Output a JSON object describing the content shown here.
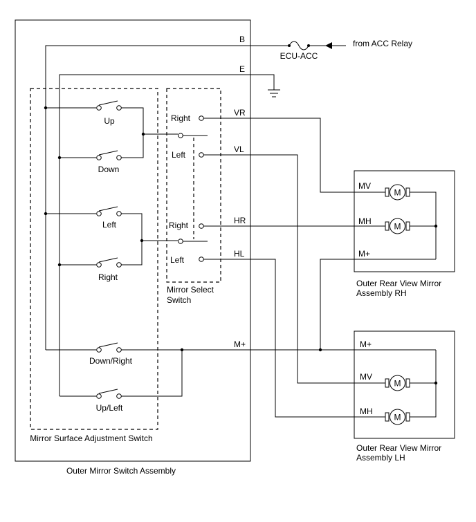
{
  "labels": {
    "assembly": "Outer Mirror Switch Assembly",
    "adjustment_switch": "Mirror Surface Adjustment Switch",
    "select_switch_line1": "Mirror Select",
    "select_switch_line2": "Switch",
    "sw_up": "Up",
    "sw_down": "Down",
    "sw_left": "Left",
    "sw_right": "Right",
    "sw_down_right": "Down/Right",
    "sw_up_left": "Up/Left",
    "sel_right_1": "Right",
    "sel_left_1": "Left",
    "sel_right_2": "Right",
    "sel_left_2": "Left",
    "terminal_b": "B",
    "terminal_e": "E",
    "wire_vr": "VR",
    "wire_vl": "VL",
    "wire_hr": "HR",
    "wire_hl": "HL",
    "wire_mplus": "M+",
    "fuse": "ECU-ACC",
    "from_acc": "from ACC Relay",
    "rh_mv": "MV",
    "rh_mh": "MH",
    "rh_mplus": "M+",
    "rh_title_1": "Outer Rear View Mirror",
    "rh_title_2": "Assembly RH",
    "lh_mplus": "M+",
    "lh_mv": "MV",
    "lh_mh": "MH",
    "lh_title_1": "Outer Rear View Mirror",
    "lh_title_2": "Assembly LH",
    "motor_symbol": "M"
  }
}
